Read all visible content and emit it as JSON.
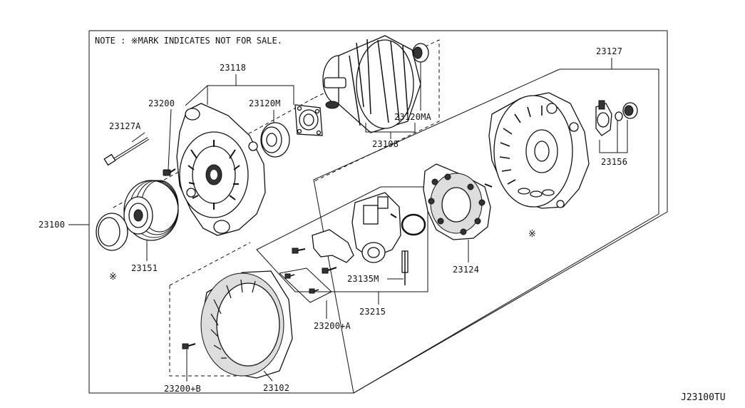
{
  "note": "NOTE : ※MARK INDICATES NOT FOR SALE.",
  "diagram_code": "J23100TU",
  "asterisk": "※",
  "labels": {
    "p23100": "23100",
    "p23118": "23118",
    "p23200": "23200",
    "p23120M": "23120M",
    "p23127A": "23127A",
    "p23151": "23151",
    "p23108": "23108",
    "p23120MA": "23120MA",
    "p23127": "23127",
    "p23156": "23156",
    "p23124": "23124",
    "p23135M": "23135M",
    "p23215": "23215",
    "p23200A": "23200+A",
    "p23200B": "23200+B",
    "p23102": "23102"
  }
}
